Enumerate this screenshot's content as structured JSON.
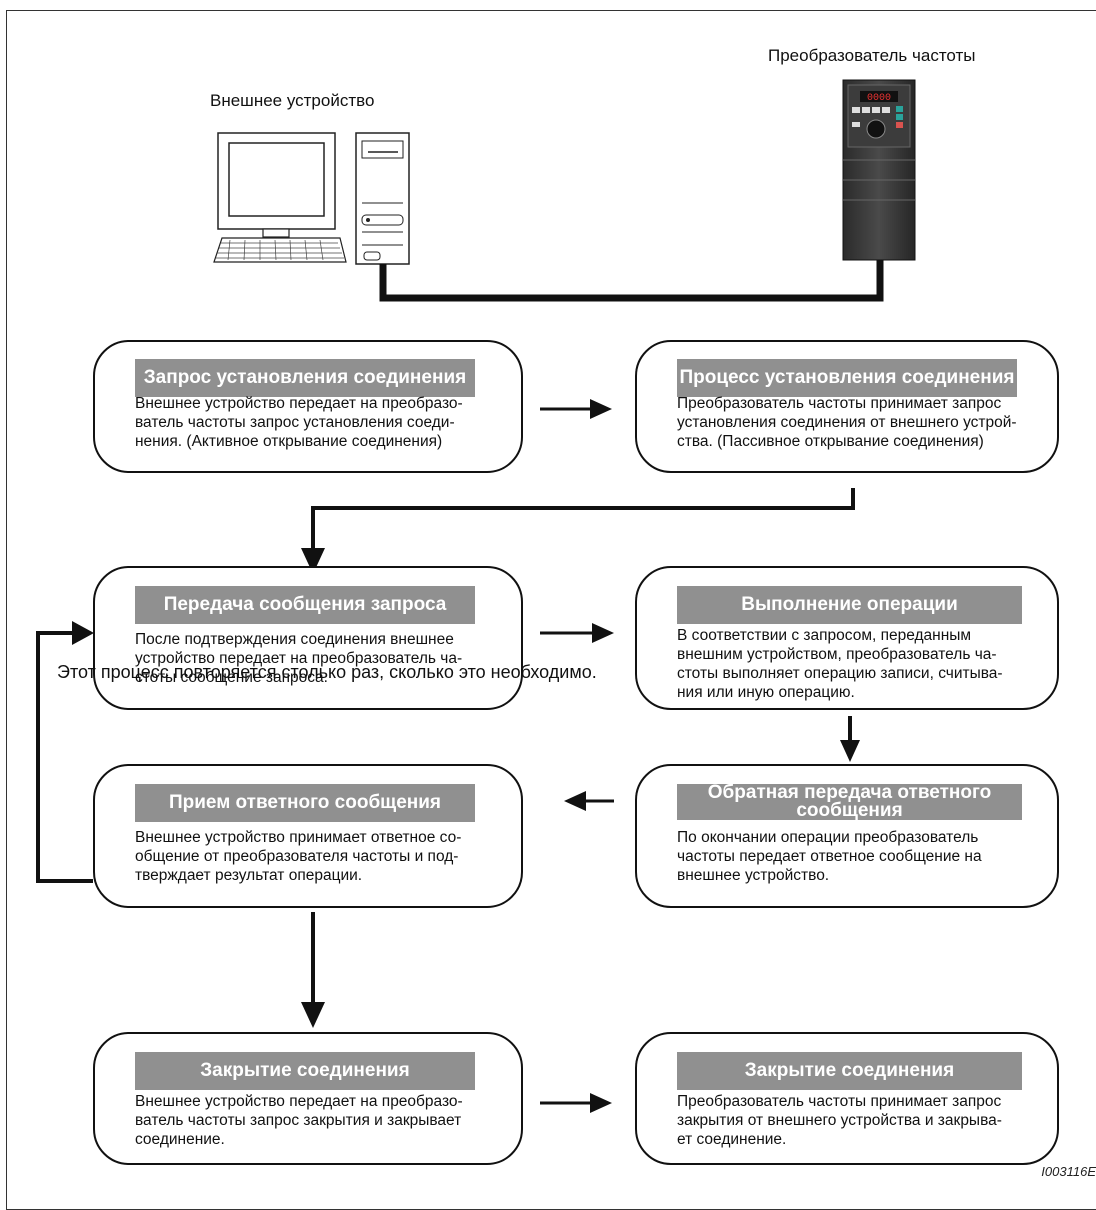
{
  "devices": {
    "external_label": "Внешнее устройство",
    "inverter_label": "Преобразователь частоты",
    "inverter_display": "0000"
  },
  "steps": {
    "connect_request": {
      "title": "Запрос установления соединения",
      "text": [
        "Внешнее устройство передает на преобразо-",
        "ватель частоты запрос установления соеди-",
        "нения. (Активное открывание соединения)"
      ]
    },
    "connect_process": {
      "title": "Процесс установления соединения",
      "text": [
        "Преобразователь частоты принимает запрос",
        "установления соединения от внешнего устрой-",
        "ства. (Пассивное открывание соединения)"
      ]
    },
    "send_request": {
      "title": "Передача сообщения запроса",
      "text": [
        "После подтверждения соединения внешнее",
        "устройство передает на преобразователь ча-",
        "стоты сообщение запроса."
      ]
    },
    "execute": {
      "title": "Выполнение операции",
      "text": [
        "В соответствии с запросом, переданным",
        "внешним устройством, преобразователь ча-",
        "стоты выполняет операцию записи, считыва-",
        "ния или иную операцию."
      ]
    },
    "receive_response": {
      "title": "Прием ответного сообщения",
      "text": [
        "Внешнее устройство принимает ответное со-",
        "общение от преобразователя частоты и под-",
        "тверждает результат операции."
      ]
    },
    "send_response": {
      "title": "Обратная передача ответного сообщения",
      "text": [
        "По окончании операции преобразователь",
        "частоты передает ответное сообщение на",
        "внешнее устройство."
      ]
    },
    "close_external": {
      "title": "Закрытие соединения",
      "text": [
        "Внешнее устройство передает на преобразо-",
        "ватель частоты запрос закрытия и закрывает",
        "соединение."
      ]
    },
    "close_inverter": {
      "title": "Закрытие соединения",
      "text": [
        "Преобразователь частоты принимает запрос",
        "закрытия от внешнего устройства и закрыва-",
        "ет соединение."
      ]
    }
  },
  "repeat_note": "Этот процесс повторяется столько раз, сколько это необходимо.",
  "figure_code": "I003116E"
}
